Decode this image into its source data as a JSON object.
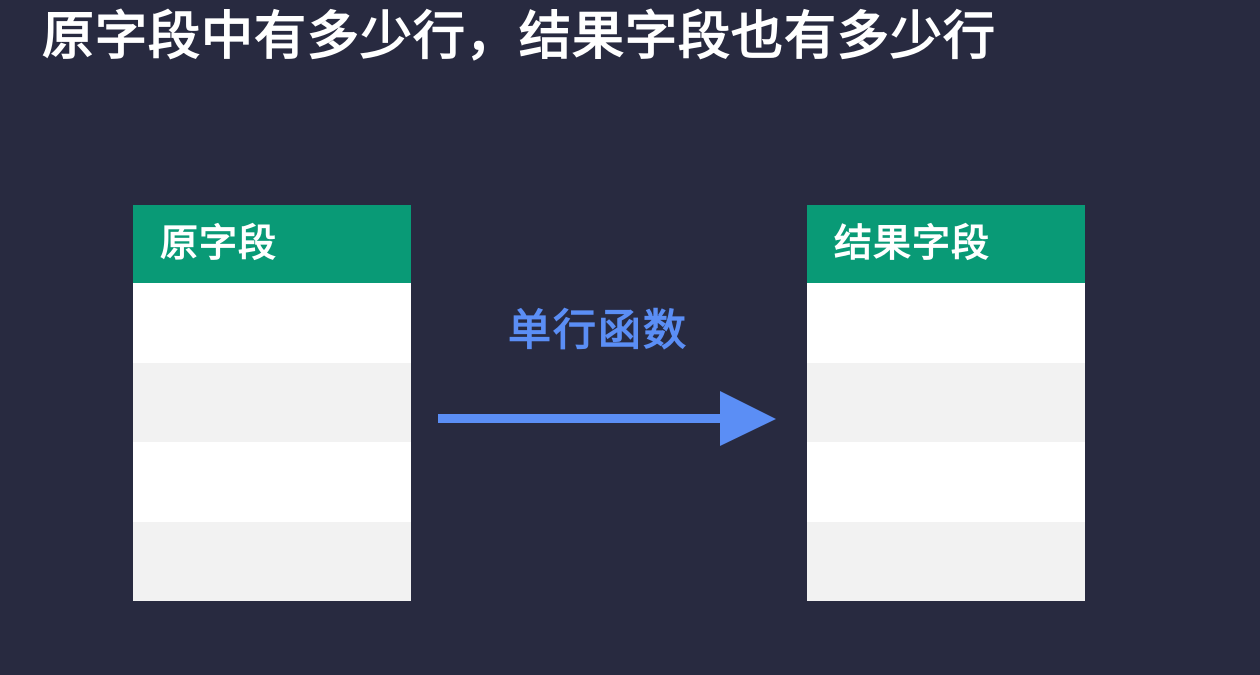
{
  "slide": {
    "title": "原字段中有多少行，结果字段也有多少行",
    "background_color": "#282a40"
  },
  "diagram": {
    "type": "transformation-flow",
    "source_table": {
      "header_label": "原字段",
      "header_color": "#099a76",
      "row_count": 4,
      "rows": [
        "",
        "",
        "",
        ""
      ],
      "row_colors": [
        "#ffffff",
        "#f2f2f2",
        "#ffffff",
        "#f2f2f2"
      ]
    },
    "result_table": {
      "header_label": "结果字段",
      "header_color": "#099a76",
      "row_count": 4,
      "rows": [
        "",
        "",
        "",
        ""
      ],
      "row_colors": [
        "#ffffff",
        "#f2f2f2",
        "#ffffff",
        "#f2f2f2"
      ]
    },
    "arrow": {
      "label": "单行函数",
      "color": "#5b8ef5",
      "direction": "left-to-right"
    }
  }
}
